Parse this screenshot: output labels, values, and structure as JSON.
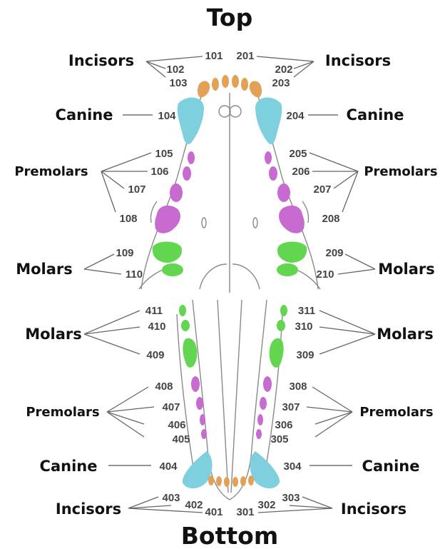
{
  "title_top": "Top",
  "title_bottom": "Bottom",
  "groups": {
    "incisors": "Incisors",
    "canine": "Canine",
    "premolars": "Premolars",
    "molars": "Molars"
  },
  "colors": {
    "incisor": "#e3a155",
    "canine": "#7fd0de",
    "premolar": "#c86bd0",
    "molar": "#63d64f"
  },
  "teeth": {
    "upper_right": [
      "101",
      "102",
      "103",
      "104",
      "105",
      "106",
      "107",
      "108",
      "109",
      "110"
    ],
    "upper_left": [
      "201",
      "202",
      "203",
      "204",
      "205",
      "206",
      "207",
      "208",
      "209",
      "210"
    ],
    "lower_left": [
      "301",
      "302",
      "303",
      "304",
      "305",
      "306",
      "307",
      "308",
      "309",
      "310",
      "311"
    ],
    "lower_right": [
      "401",
      "402",
      "403",
      "404",
      "405",
      "406",
      "407",
      "408",
      "409",
      "410",
      "411"
    ]
  }
}
